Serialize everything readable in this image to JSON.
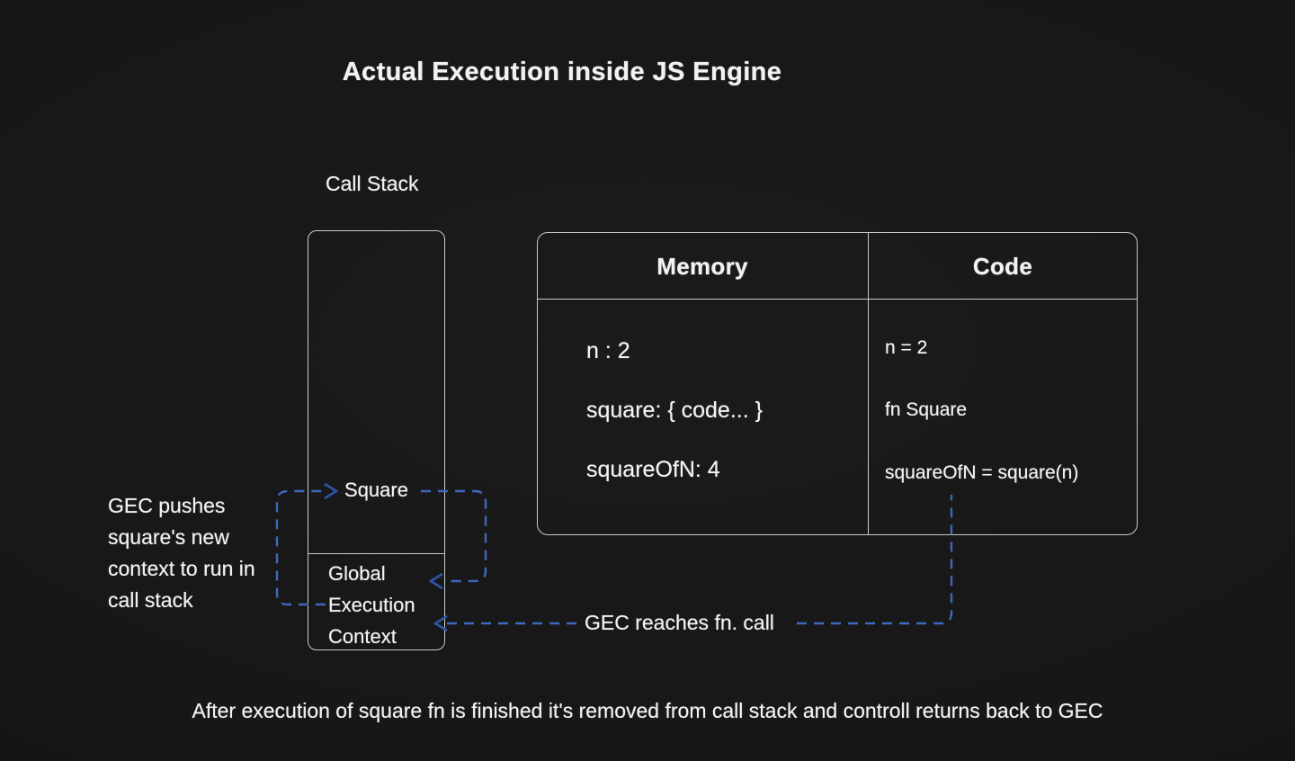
{
  "title": "Actual Execution inside JS Engine",
  "call_stack": {
    "label": "Call Stack",
    "top_frame": "Square",
    "bottom_frame_lines": [
      "Global",
      "Execution",
      "Context"
    ]
  },
  "engine_table": {
    "memory_header": "Memory",
    "code_header": "Code",
    "memory_rows": [
      "n : 2",
      "square: { code... }",
      "squareOfN: 4"
    ],
    "code_rows": [
      "n = 2",
      "fn Square",
      "squareOfN = square(n)"
    ]
  },
  "annotations": {
    "push_note_lines": [
      "GEC pushes",
      "square's new",
      "context to run in",
      "call stack"
    ],
    "reach_note": "GEC reaches fn. call",
    "footer": "After execution of square fn is finished it's removed from call stack and controll returns back to GEC"
  },
  "colors": {
    "background": "#171717",
    "box_stroke": "#c9c9c9",
    "text": "#f2f2f2",
    "arrow_dash": "#3e68bd",
    "arrow_head": "#2f55a8"
  }
}
